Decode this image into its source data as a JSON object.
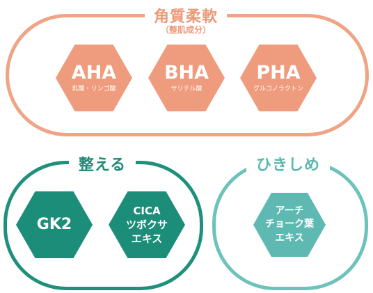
{
  "exfoliation": {
    "title": "角質柔軟",
    "subtitle": "（整肌成分）",
    "items": [
      {
        "main": "AHA",
        "sub": "乳酸・リンゴ酸"
      },
      {
        "main": "BHA",
        "sub": "サリチル酸"
      },
      {
        "main": "PHA",
        "sub": "グルコノラクトン"
      }
    ]
  },
  "conditioning": {
    "title": "整える",
    "items": [
      {
        "main": "GK2"
      },
      {
        "line1": "CICA",
        "line2": "ツボクサ",
        "line3": "エキス"
      }
    ]
  },
  "firming": {
    "title": "ひきしめ",
    "items": [
      {
        "line1": "アーチ",
        "line2": "チョーク葉",
        "line3": "エキス"
      }
    ]
  },
  "colors": {
    "exfoliation": "#ee9c7d",
    "conditioning": "#1b8d79",
    "firming": "#5db9b1"
  }
}
